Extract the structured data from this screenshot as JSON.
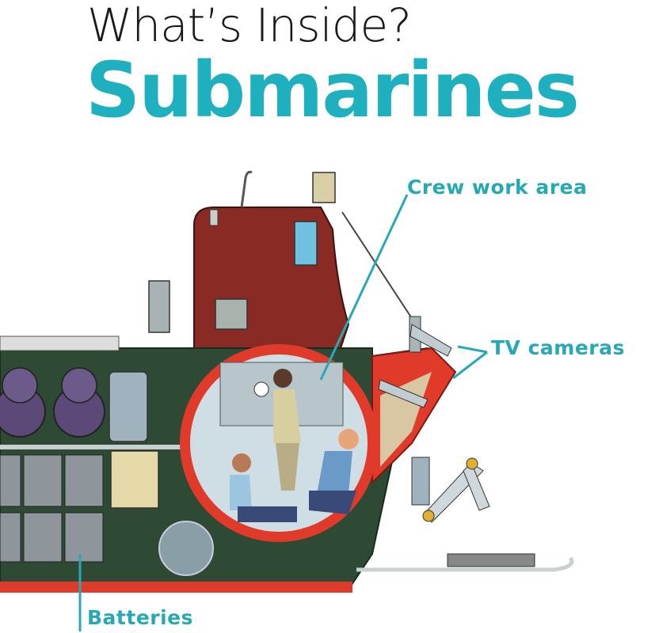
{
  "cover": {
    "series_title": "What’s Inside?",
    "book_title": "Submarines",
    "accent_color": "#1fb0c0"
  },
  "illustration": {
    "subject": "submersible-cutaway",
    "labels": {
      "crew": "Crew work area",
      "cameras": "TV cameras",
      "batteries": "Batteries"
    },
    "colors": {
      "hull_red": "#e03a2a",
      "sail_maroon": "#8a2a24",
      "interior_green": "#2f4a34",
      "label_line": "#27a9b5"
    }
  }
}
